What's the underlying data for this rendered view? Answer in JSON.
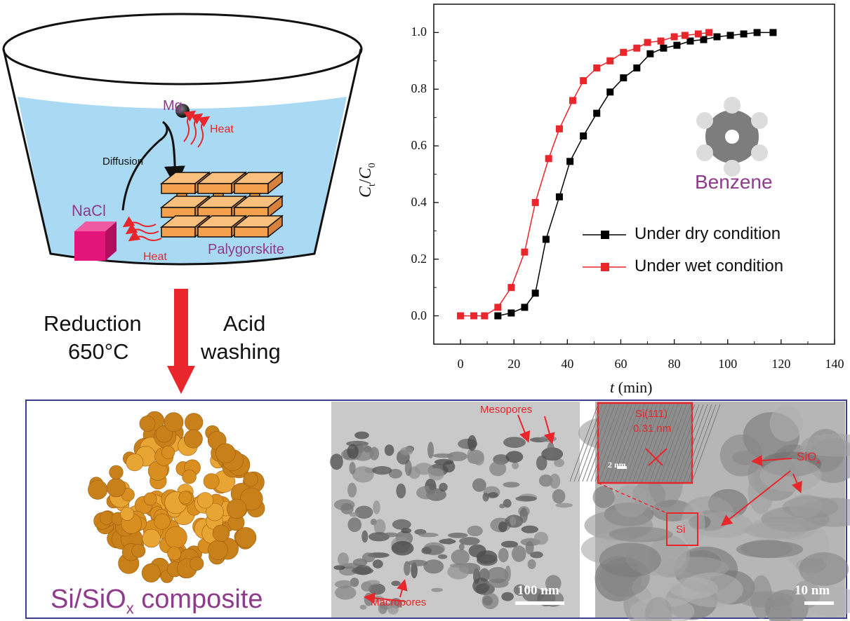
{
  "scheme": {
    "mg_label": "Mg",
    "heat_label_top": "Heat",
    "heat_label_bottom": "Heat",
    "diffusion_label": "Diffusion",
    "nacl_label": "NaCl",
    "palygorskite_label": "Palygorskite",
    "step_left_line1": "Reduction",
    "step_left_line2": "650°C",
    "step_right_line1": "Acid",
    "step_right_line2": "washing",
    "product_label_prefix": "Si/SiO",
    "product_label_sub": "x",
    "product_label_suffix": " composite",
    "colors": {
      "purple": "#8e3b8b",
      "red": "#e8262b",
      "water": "#a9d9f3",
      "brick": "#f4a04c",
      "nacl": "#e4157a",
      "product": "#e19a26",
      "frame": "#3a3f94"
    }
  },
  "tem": {
    "mesopores_label": "Mesopores",
    "macropores_label": "Macropores",
    "scale_left": "100 nm",
    "inset_line1": "Si(111)",
    "inset_line2": "0.31 nm",
    "inset_scale": "2 nm",
    "siox_prefix": "SiO",
    "siox_sub": "x",
    "si_label": "Si",
    "scale_right": "10 nm"
  },
  "chart_data": {
    "type": "scatter",
    "xlabel_italic": "t",
    "xlabel_unit": "(min)",
    "ylabel": "Ct/C0",
    "xlim": [
      -10,
      140
    ],
    "ylim": [
      -0.1,
      1.1
    ],
    "x_ticks": [
      "0",
      "20",
      "40",
      "60",
      "80",
      "100",
      "120",
      "140"
    ],
    "y_ticks": [
      "0.0",
      "0.2",
      "0.4",
      "0.6",
      "0.8",
      "1.0"
    ],
    "inset_label": "Benzene",
    "series": [
      {
        "name": "Under dry condition",
        "color": "#000000",
        "x": [
          14,
          19,
          24,
          28,
          32,
          37,
          41,
          46,
          51,
          56,
          61,
          66,
          71,
          76,
          81,
          86,
          91,
          96,
          101,
          106,
          111,
          117
        ],
        "y": [
          0.0,
          0.01,
          0.03,
          0.08,
          0.27,
          0.42,
          0.545,
          0.635,
          0.715,
          0.79,
          0.84,
          0.875,
          0.925,
          0.945,
          0.955,
          0.97,
          0.975,
          0.985,
          0.99,
          0.995,
          1.0,
          1.0
        ]
      },
      {
        "name": "Under wet condition",
        "color": "#e8262b",
        "x": [
          0,
          5,
          9,
          14,
          19,
          24,
          28,
          33,
          37,
          42,
          46,
          51,
          56,
          61,
          66,
          70,
          75,
          80,
          84,
          89,
          93
        ],
        "y": [
          0.0,
          0.0,
          0.0,
          0.03,
          0.1,
          0.225,
          0.4,
          0.555,
          0.66,
          0.76,
          0.83,
          0.875,
          0.9,
          0.93,
          0.945,
          0.965,
          0.97,
          0.985,
          0.99,
          0.995,
          1.0
        ]
      }
    ]
  }
}
